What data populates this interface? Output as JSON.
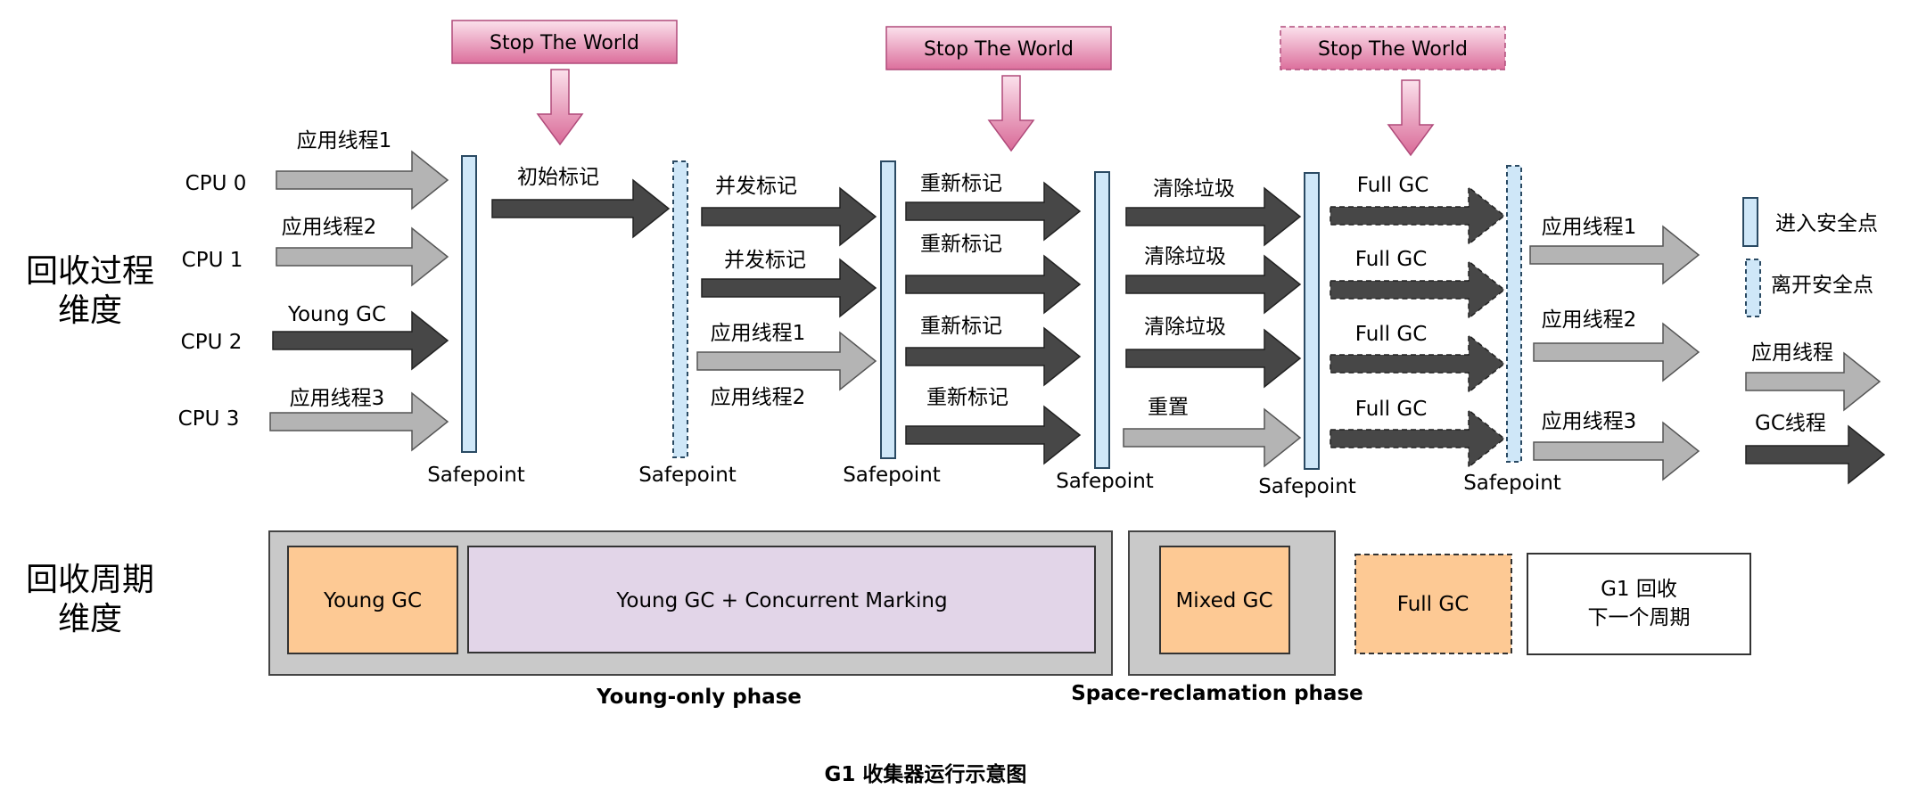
{
  "stw_label": "Stop The World",
  "dims": {
    "process": [
      "回收过程",
      "维度"
    ],
    "cycle": [
      "回收周期",
      "维度"
    ]
  },
  "cpus": [
    "CPU 0",
    "CPU 1",
    "CPU 2",
    "CPU 3"
  ],
  "safepoint_label": "Safepoint",
  "stages": {
    "s0": [
      "应用线程1",
      "应用线程2",
      "Young GC",
      "应用线程3"
    ],
    "s1": [
      "初始标记"
    ],
    "s2": [
      "并发标记",
      "并发标记",
      "应用线程1",
      "应用线程2"
    ],
    "s3": [
      "重新标记",
      "重新标记",
      "重新标记",
      "重新标记"
    ],
    "s4": [
      "清除垃圾",
      "清除垃圾",
      "清除垃圾",
      "重置"
    ],
    "s5": [
      "Full GC",
      "Full GC",
      "Full GC",
      "Full GC"
    ],
    "s6": [
      "应用线程1",
      "应用线程2",
      "应用线程3"
    ]
  },
  "legend": {
    "enter": "进入安全点",
    "leave": "离开安全点",
    "app": "应用线程",
    "gc": "GC线程"
  },
  "cycle": {
    "young_gc": "Young GC",
    "concurrent": "Young GC + Concurrent Marking",
    "mixed": "Mixed GC",
    "full": "Full GC",
    "next": [
      "G1 回收",
      "下一个周期"
    ]
  },
  "phases": {
    "young_only": "Young-only phase",
    "space_reclamation": "Space-reclamation phase"
  },
  "caption": "G1 收集器运行示意图",
  "colors": {
    "stw_fill": "#e07aa5",
    "safepoint": "#cfe7f8",
    "app_thread": "#b4b4b4",
    "gc_thread": "#474747",
    "phase_bg": "#c9c9c9",
    "orange_box": "#fdc994",
    "purple_box": "#e2d5e8"
  }
}
